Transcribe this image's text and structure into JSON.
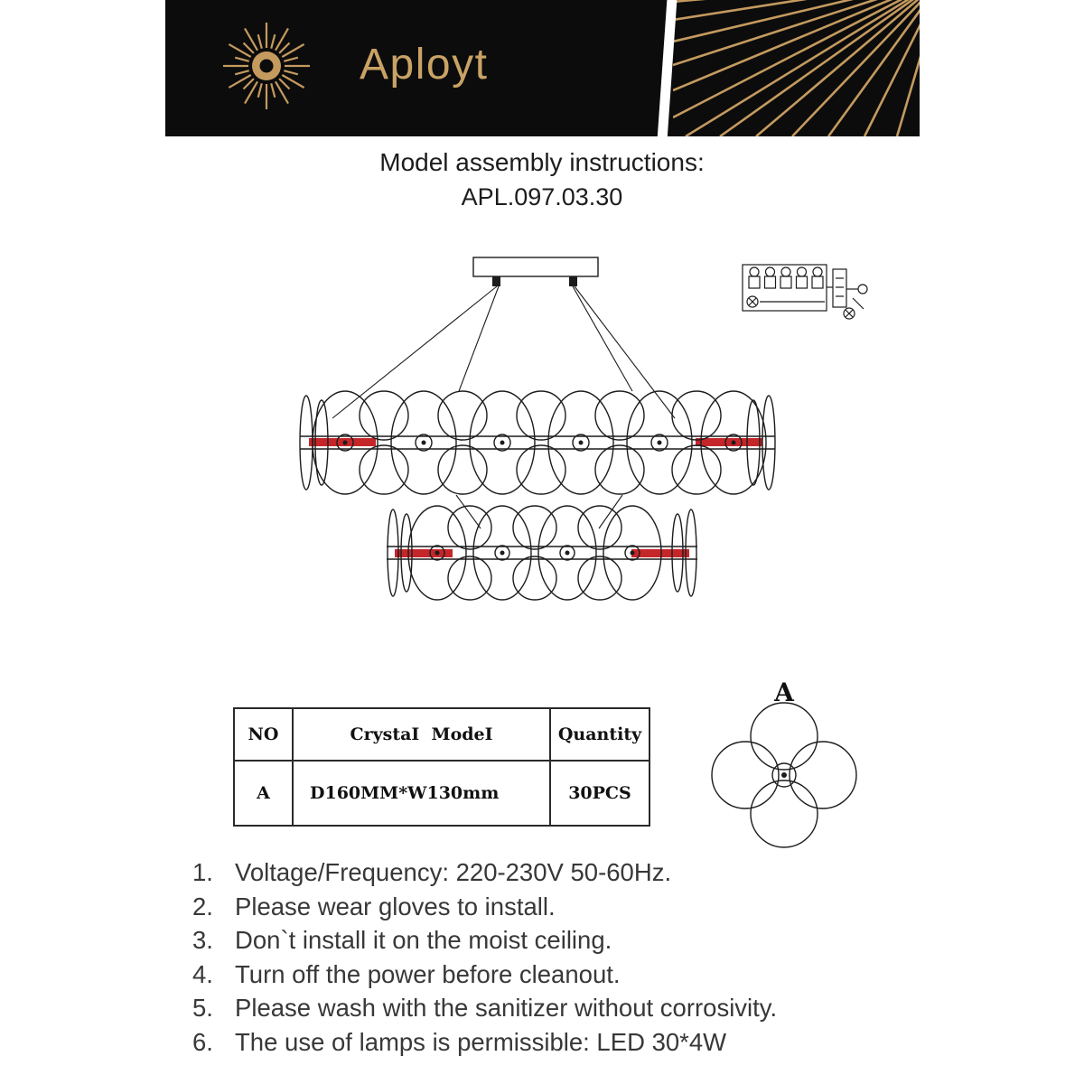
{
  "brand": "Aployt",
  "title": {
    "line1": "Model assembly instructions:",
    "line2": "APL.097.03.30"
  },
  "diagram": {
    "detail_label": "A"
  },
  "table": {
    "headers": {
      "no": "NO",
      "model": "CrystaI  ModeI",
      "quantity": "Quantity"
    },
    "row": {
      "no": "A",
      "model": "D160MM*W130mm",
      "quantity": "30PCS"
    }
  },
  "instructions": [
    {
      "num": "1.",
      "text": "Voltage/Frequency: 220-230V 50-60Hz."
    },
    {
      "num": "2.",
      "text": "Please wear gloves to install."
    },
    {
      "num": "3.",
      "text": "Don`t install it on the moist ceiling."
    },
    {
      "num": "4.",
      "text": "Turn off the power before cleanout."
    },
    {
      "num": "5.",
      "text": "Please wash with the sanitizer without corrosivity."
    },
    {
      "num": "6.",
      "text": "The use of lamps is permissible: LED 30*4W"
    }
  ],
  "colors": {
    "header_bg": "#0c0c0c",
    "gold": "#c49a5f",
    "accent_red": "#c5262a",
    "ink": "#1c1c1c"
  }
}
